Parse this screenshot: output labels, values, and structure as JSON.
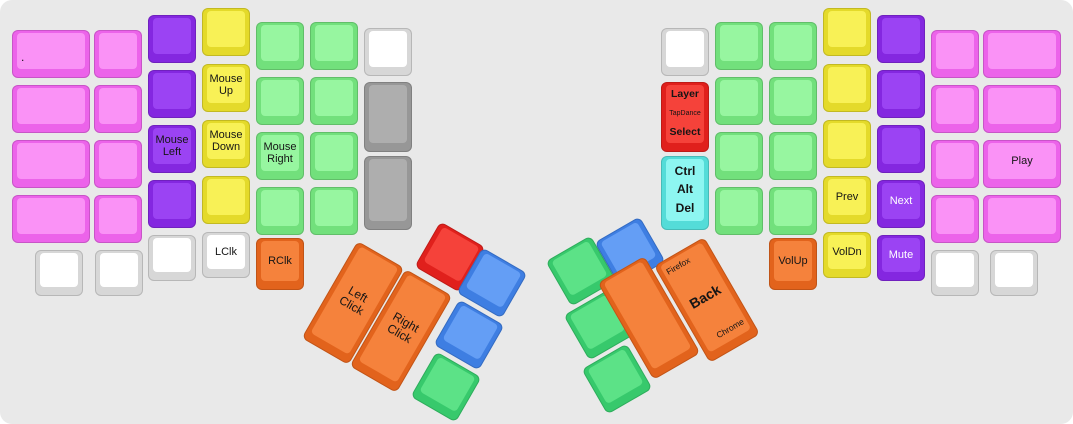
{
  "palette": {
    "canvas": "#e9e9e9",
    "pink": "#fa92f6",
    "purple": "#9b43f3",
    "yellow": "#f8f156",
    "green_light": "#97f6a0",
    "green_medium": "#5ce287",
    "white": "#ffffff",
    "gray": "#aeaeae",
    "orange": "#f5823c",
    "red": "#f5423a",
    "cyan": "#8df6f1",
    "blue": "#649ef5"
  },
  "labels": {
    "dot": ".",
    "mouse_up": "Mouse Up",
    "mouse_down": "Mouse Down",
    "mouse_left": "Mouse Left",
    "mouse_right": "Mouse Right",
    "lclk": "LClk",
    "rclk": "RClk",
    "left_click": "Left Click",
    "right_click": "Right Click",
    "layer": "Layer",
    "tapdance": "TapDance",
    "select": "Select",
    "ctrl": "Ctrl",
    "alt": "Alt",
    "del": "Del",
    "prev": "Prev",
    "next": "Next",
    "vol_up": "VolUp",
    "vol_down": "VolDn",
    "mute": "Mute",
    "play": "Play",
    "firefox": "Firefox",
    "back": "Back",
    "chrome": "Chrome"
  }
}
